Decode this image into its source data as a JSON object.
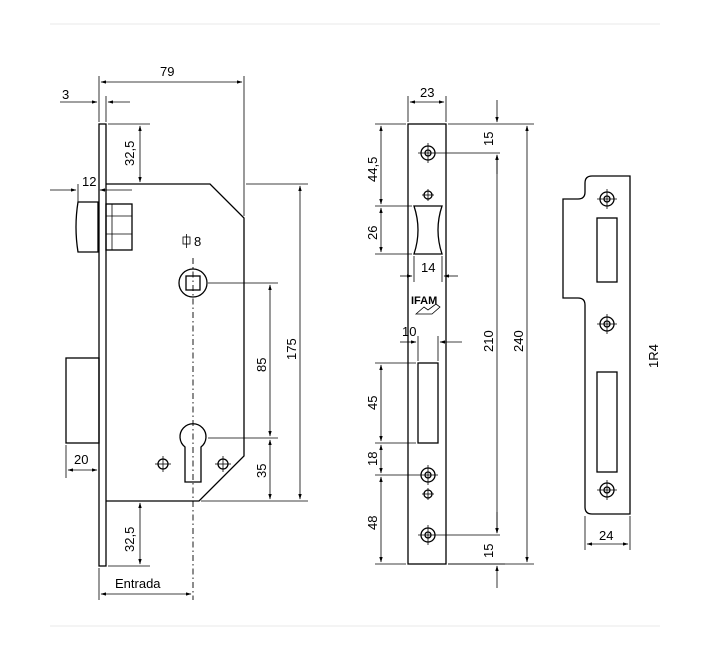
{
  "lock_view": {
    "dim_79": "79",
    "dim_3": "3",
    "dim_32_5_top": "32,5",
    "dim_12": "12",
    "square_label": "8",
    "dim_85": "85",
    "dim_175": "175",
    "dim_35": "35",
    "dim_20": "20",
    "dim_32_5_bottom": "32,5",
    "entrada": "Entrada"
  },
  "faceplate_view": {
    "dim_23": "23",
    "dim_44_5": "44,5",
    "dim_15_top": "15",
    "dim_26": "26",
    "dim_14": "14",
    "logo_text": "IFAM",
    "dim_10": "10",
    "dim_210": "210",
    "dim_240": "240",
    "dim_45": "45",
    "dim_18": "18",
    "dim_48": "48",
    "dim_15_bottom": "15"
  },
  "strike_view": {
    "dim_r4": "1R4",
    "dim_24": "24"
  }
}
